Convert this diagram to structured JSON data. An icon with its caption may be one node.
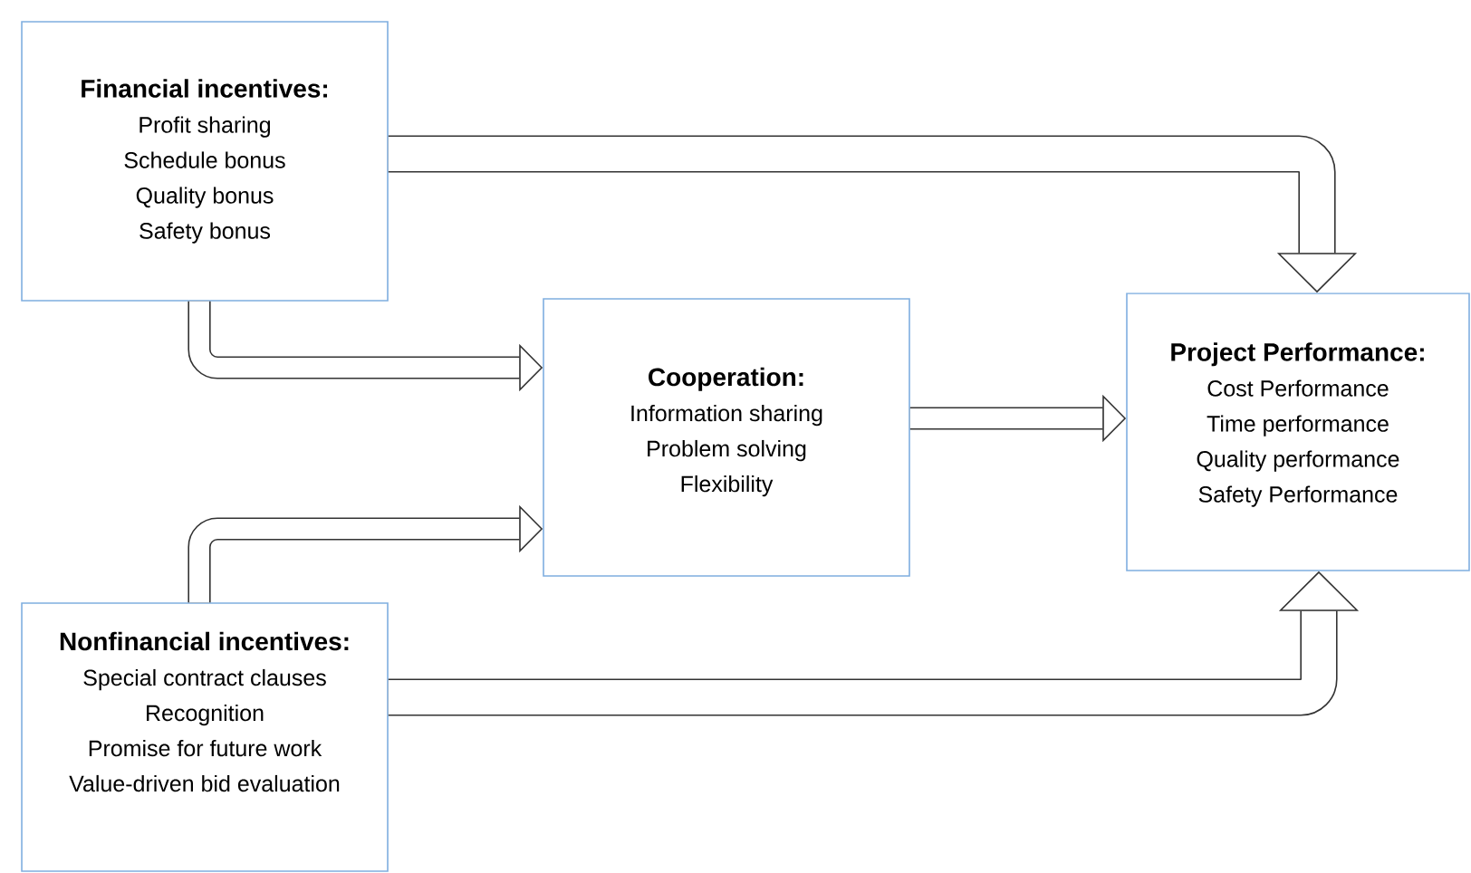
{
  "diagram": {
    "nodes": [
      {
        "text": [
          "Financial incentives:",
          "Profit sharing",
          "Schedule bonus",
          "Quality bonus",
          "Safety bonus"
        ]
      },
      {
        "text": [
          "Cooperation:",
          "Information sharing",
          "Problem solving",
          "Flexibility"
        ]
      },
      {
        "text": [
          "Project Performance:",
          "Cost Performance",
          "Time performance",
          "Quality performance",
          "Safety Performance"
        ]
      },
      {
        "text": [
          "Nonfinancial incentives:",
          "Special contract clauses",
          "Recognition",
          "Promise for future work",
          "Value-driven bid evaluation"
        ]
      }
    ],
    "edges": [
      {
        "from": 0,
        "to": 2,
        "arrow": "to"
      },
      {
        "from": 0,
        "to": 1,
        "arrow": "to"
      },
      {
        "from": 3,
        "to": 1,
        "arrow": "to"
      },
      {
        "from": 1,
        "to": 2,
        "arrow": "to"
      },
      {
        "from": 3,
        "to": 2,
        "arrow": "to"
      }
    ]
  }
}
